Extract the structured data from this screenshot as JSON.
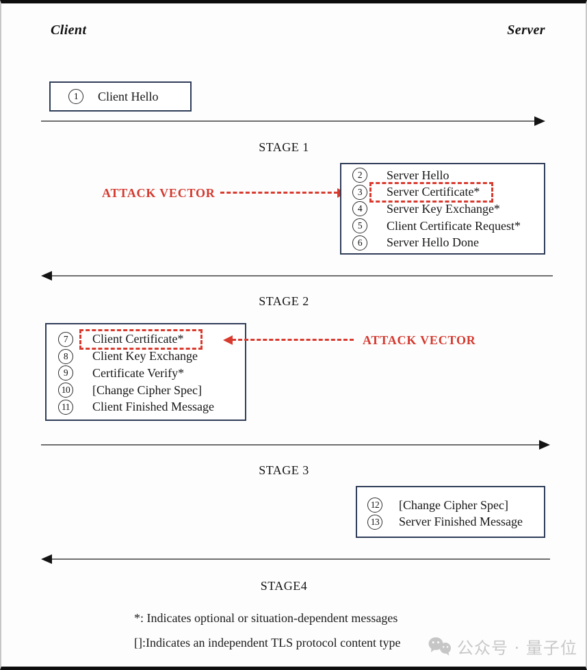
{
  "actors": {
    "client": "Client",
    "server": "Server"
  },
  "colors": {
    "box_border": "#2e3c58",
    "attack_red": "#d93a2e",
    "arrow_line": "#6f6f6f",
    "arrow_head": "#141414",
    "watermark_gray": "#c8c8c8"
  },
  "stage1": {
    "label": "STAGE 1",
    "direction": "client-to-server",
    "attack_vector_label": "ATTACK VECTOR",
    "client_message": {
      "num": "1",
      "label": "Client Hello"
    },
    "server_messages": [
      {
        "num": "2",
        "label": "Server Hello",
        "attacked": false
      },
      {
        "num": "3",
        "label": "Server Certificate*",
        "attacked": true
      },
      {
        "num": "4",
        "label": "Server Key Exchange*",
        "attacked": false
      },
      {
        "num": "5",
        "label": "Client Certificate Request*",
        "attacked": false
      },
      {
        "num": "6",
        "label": "Server Hello Done",
        "attacked": false
      }
    ]
  },
  "stage2": {
    "label": "STAGE 2",
    "direction": "server-to-client",
    "attack_vector_label": "ATTACK VECTOR",
    "client_messages": [
      {
        "num": "7",
        "label": "Client Certificate*",
        "attacked": true
      },
      {
        "num": "8",
        "label": "Client Key Exchange",
        "attacked": false
      },
      {
        "num": "9",
        "label": "Certificate Verify*",
        "attacked": false
      },
      {
        "num": "10",
        "label": "[Change Cipher Spec]",
        "attacked": false
      },
      {
        "num": "11",
        "label": "Client Finished Message",
        "attacked": false
      }
    ]
  },
  "stage3": {
    "label": "STAGE 3",
    "direction": "client-to-server",
    "server_messages": [
      {
        "num": "12",
        "label": "[Change Cipher Spec]"
      },
      {
        "num": "13",
        "label": "Server Finished Message"
      }
    ]
  },
  "stage4": {
    "label": "STAGE4",
    "direction": "server-to-client"
  },
  "footnotes": [
    "*: Indicates optional or situation-dependent messages",
    "[]:Indicates an independent TLS protocol content type"
  ],
  "watermark": {
    "icon": "wechat-icon",
    "text": "公众号 · 量子位"
  }
}
